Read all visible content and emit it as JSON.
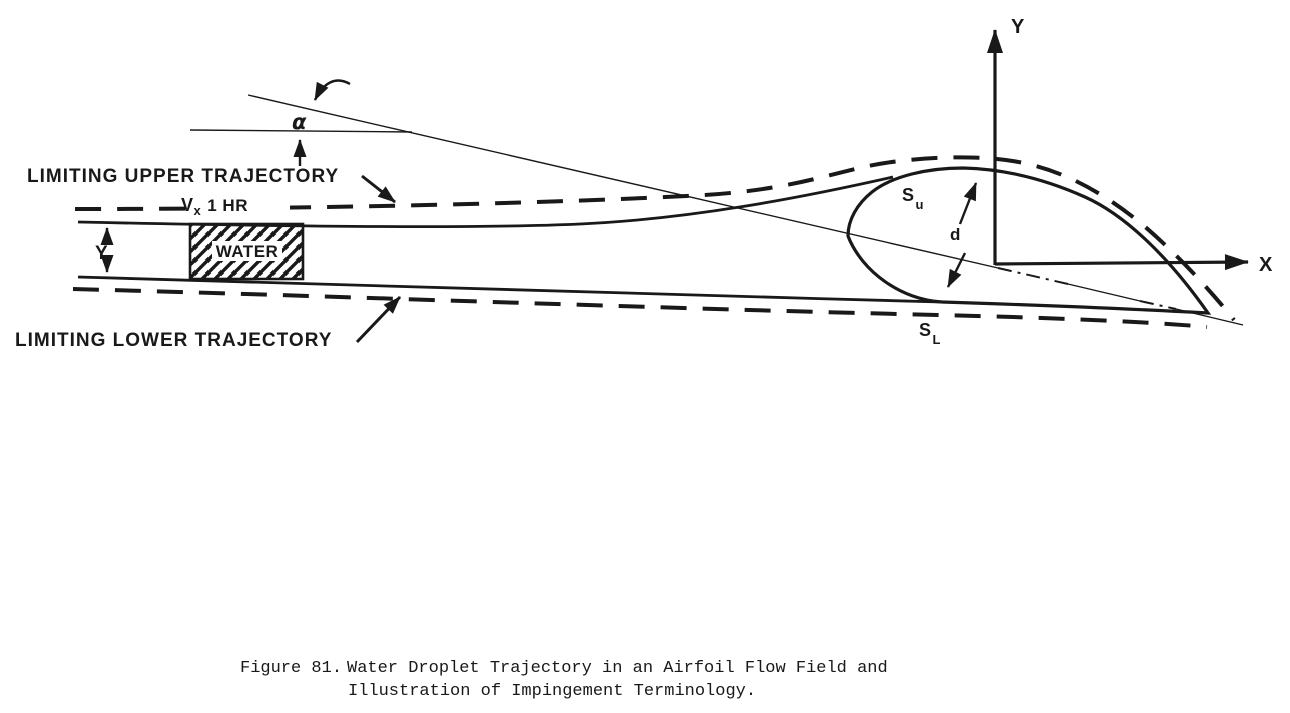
{
  "colors": {
    "ink": "#191919",
    "background": "#ffffff"
  },
  "axes": {
    "x_label": "X",
    "y_label": "Y"
  },
  "labels": {
    "limiting_upper": "LIMITING UPPER TRAJECTORY",
    "limiting_lower": "LIMITING LOWER TRAJECTORY",
    "velocity_v": "V",
    "velocity_sub": "x",
    "velocity_rest": "1 HR",
    "water": "WATER",
    "y_dimension": "Y",
    "alpha": "α",
    "impingement_s": "S",
    "impingement_upper_sub": "u",
    "impingement_lower_sub": "L",
    "droplet_distance": "d"
  },
  "caption": {
    "figure_number": "Figure 81.",
    "line1": "Water Droplet Trajectory in an Airfoil Flow Field and",
    "line2": "Illustration of Impingement Terminology."
  }
}
